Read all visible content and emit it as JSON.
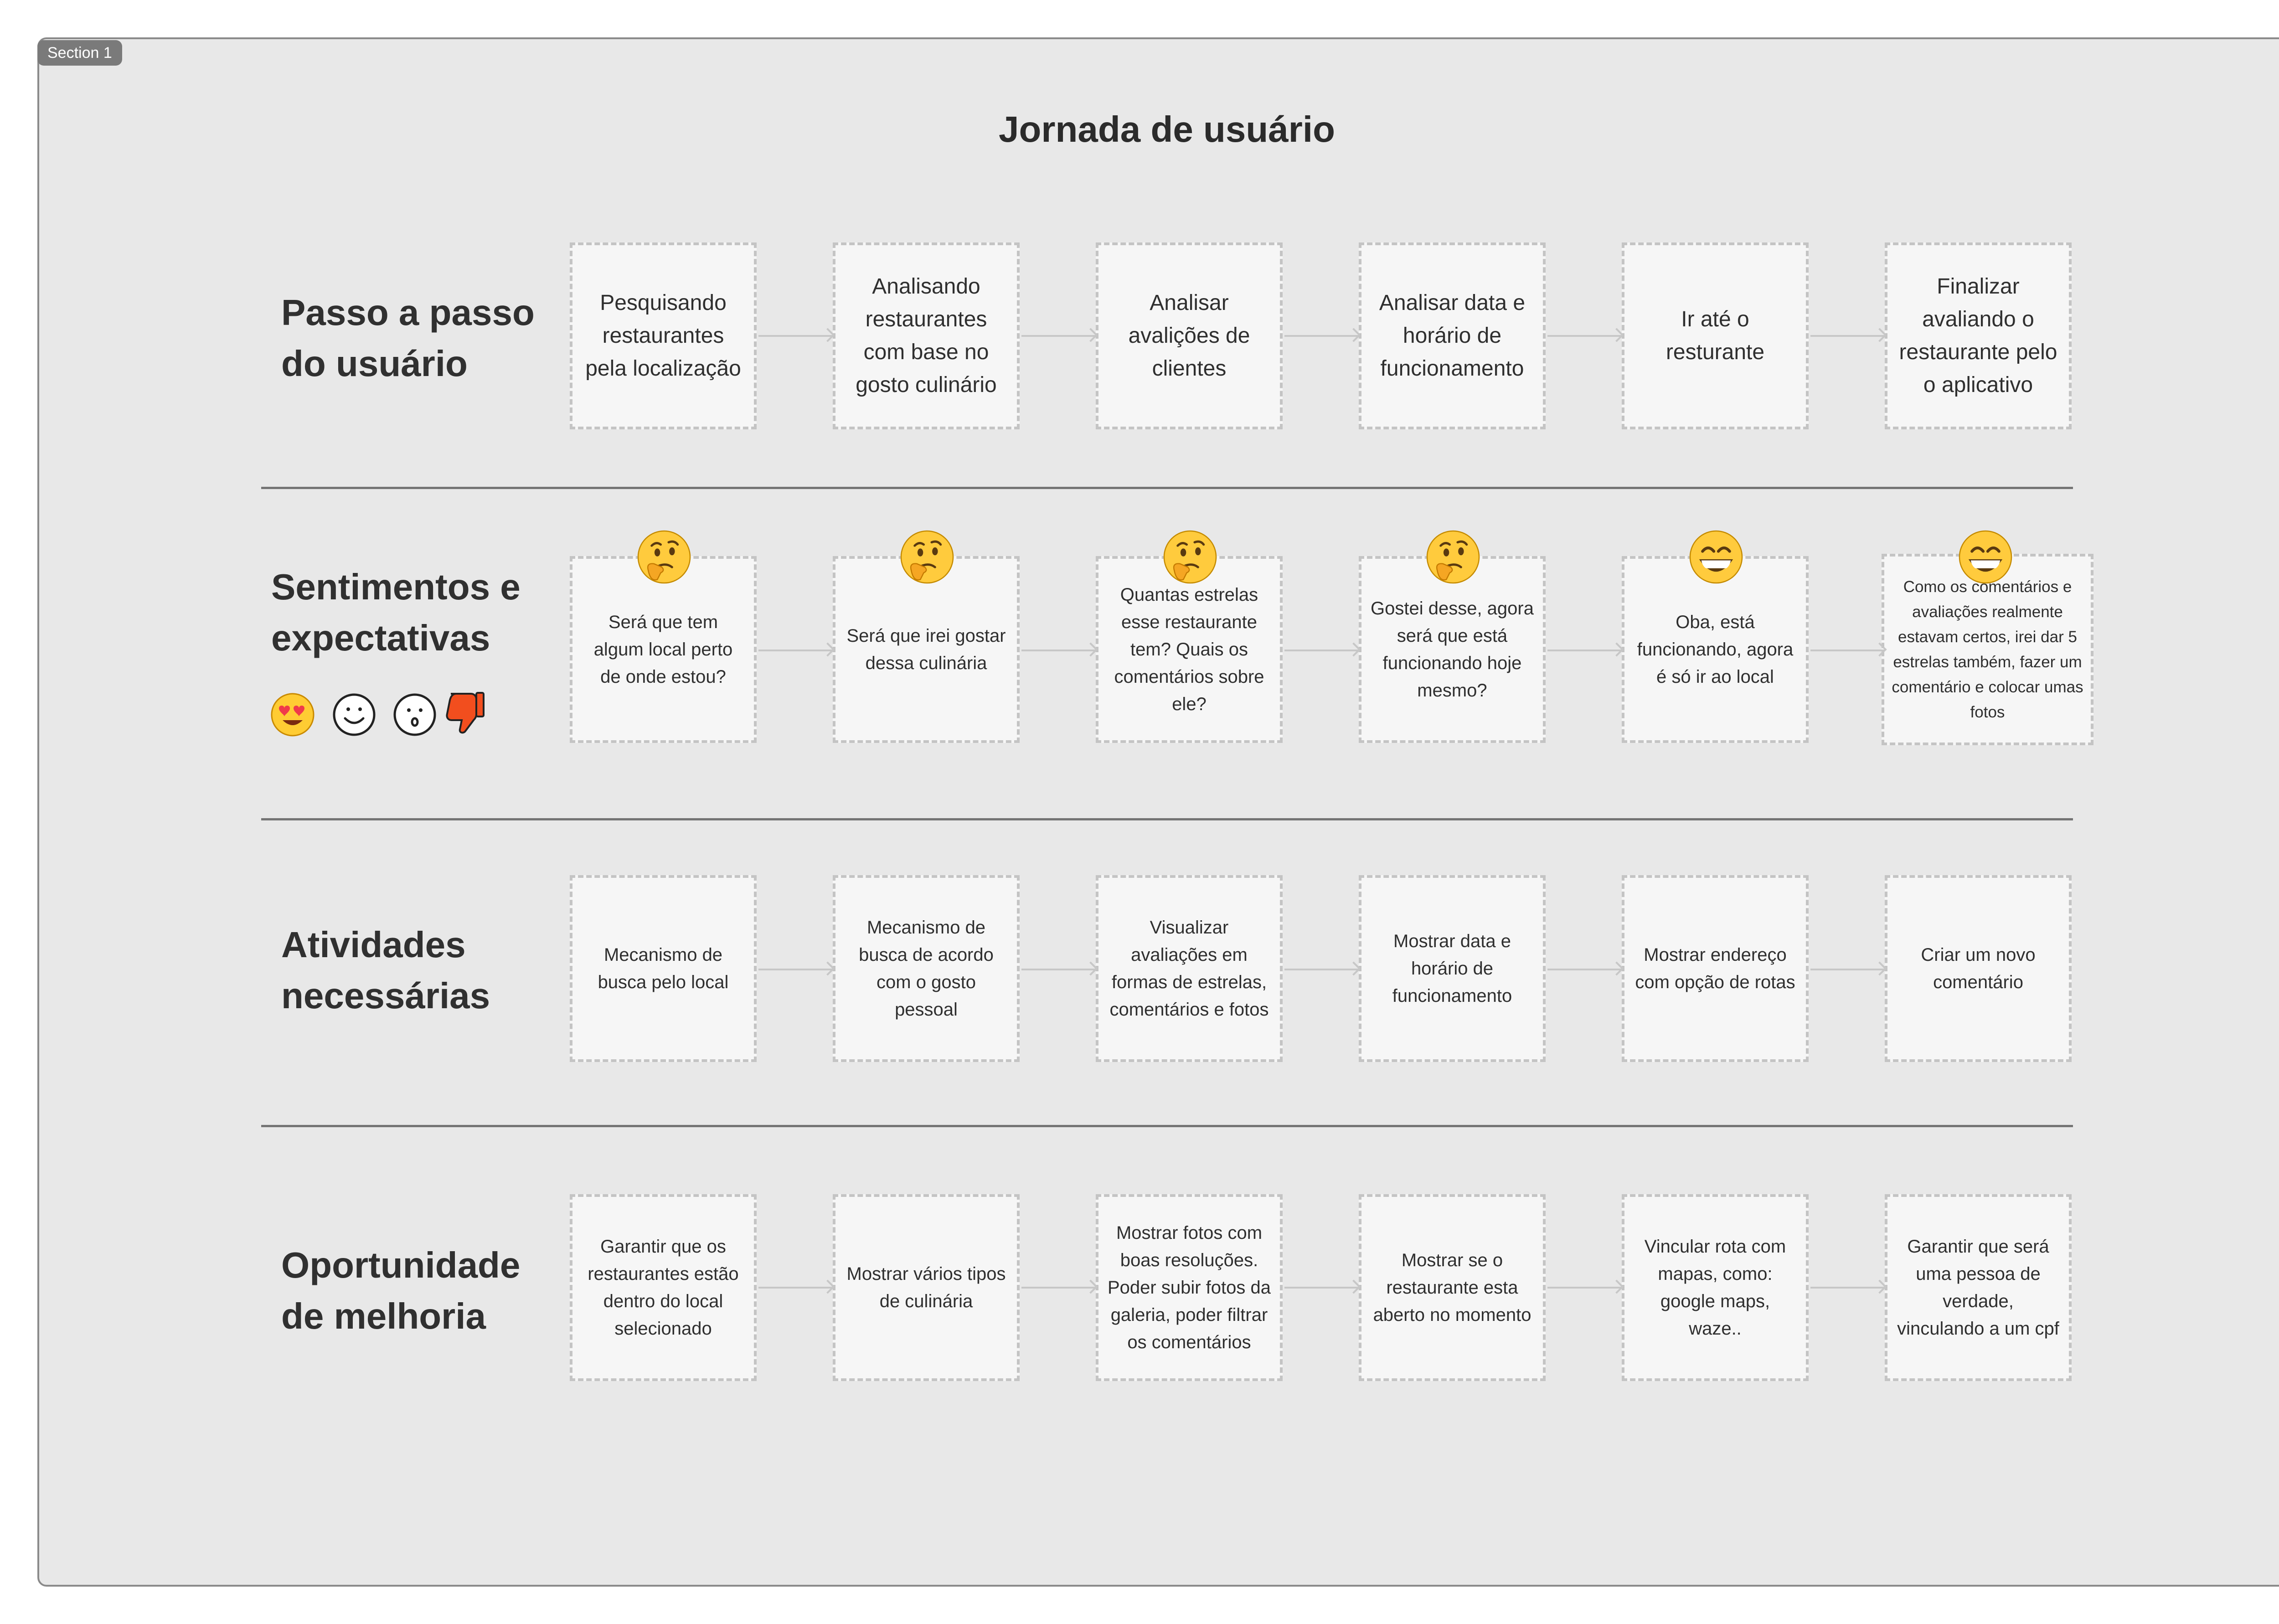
{
  "section": {
    "tag": "Section 1"
  },
  "title": "Jornada de usuário",
  "rows": [
    {
      "label": [
        "Passo a passo",
        "do usuário"
      ],
      "steps": [
        "Pesquisando restaurantes pela localização",
        "Analisando restaurantes com base no gosto culinário",
        "Analisar avalições de clientes",
        "Analisar data e horário de funcionamento",
        "Ir até o resturante",
        "Finalizar avaliando o restaurante pelo o aplicativo"
      ]
    },
    {
      "label": [
        "Sentimentos e",
        "expectativas"
      ],
      "legend_icons": [
        "heart-eyes-face-icon",
        "smiling-face-icon",
        "surprised-face-icon",
        "thumbs-down-icon"
      ],
      "step_icons": [
        "thinking-face-icon",
        "thinking-face-icon",
        "thinking-face-icon",
        "thinking-face-icon",
        "grinning-face-icon",
        "grinning-face-icon"
      ],
      "steps": [
        "Será que tem algum local perto de onde estou?",
        "Será que irei gostar dessa culinária",
        "Quantas estrelas esse restaurante tem? Quais os comentários sobre ele?",
        "Gostei desse, agora será que está funcionando hoje mesmo?",
        "Oba, está funcionando, agora é só ir ao local",
        "Como os comentários e avaliações realmente estavam certos, irei dar 5 estrelas também, fazer um comentário e colocar umas fotos"
      ]
    },
    {
      "label": [
        "Atividades",
        "necessárias"
      ],
      "steps": [
        "Mecanismo de busca pelo local",
        "Mecanismo de busca de acordo com o gosto pessoal",
        "Visualizar avaliações em formas de estrelas, comentários e fotos",
        "Mostrar data e horário de funcionamento",
        "Mostrar endereço com opção de rotas",
        "Criar um novo comentário"
      ]
    },
    {
      "label": [
        "Oportunidade",
        "de melhoria"
      ],
      "steps": [
        "Garantir que os restaurantes estão dentro do local selecionado",
        "Mostrar vários tipos de culinária",
        "Mostrar fotos com boas resoluções. Poder subir fotos da galeria, poder filtrar os comentários",
        "Mostrar se o restaurante esta aberto no momento",
        "Vincular rota com mapas, como: google maps, waze..",
        "Garantir que será uma pessoa de verdade, vinculando a um cpf"
      ]
    }
  ],
  "colors": {
    "canvas": "#e8e8e8",
    "note": "#f6f6f6",
    "note_border": "#c4c4c4",
    "divider": "#747474"
  }
}
